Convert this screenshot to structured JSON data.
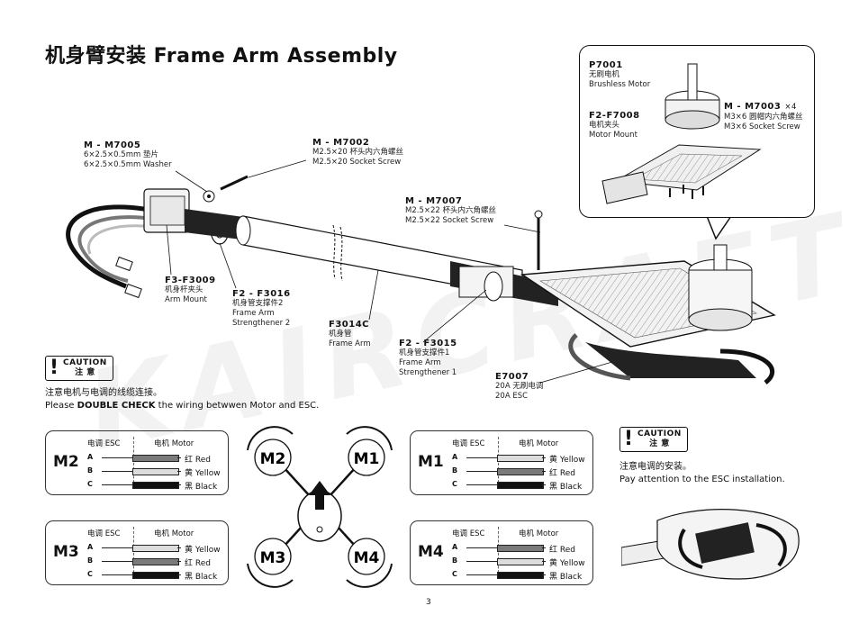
{
  "title": "机身臂安装  Frame Arm Assembly",
  "watermark": "KAIRCRAFT",
  "page_number": "3",
  "callout": {
    "p7001": {
      "code": "P7001",
      "cn": "无刷电机",
      "en": "Brushless Motor"
    },
    "m7003": {
      "code": "M - M7003",
      "qty": "×4",
      "cn": "M3×6 圆帽内六角螺丝",
      "en": "M3×6 Socket Screw"
    },
    "f7008": {
      "code": "F2-F7008",
      "cn": "电机夹头",
      "en": "Motor Mount"
    }
  },
  "parts": {
    "m7005": {
      "code": "M - M7005",
      "cn": "6×2.5×0.5mm 垫片",
      "en": "6×2.5×0.5mm Washer"
    },
    "m7002": {
      "code": "M - M7002",
      "cn": "M2.5×20 杯头内六角螺丝",
      "en": "M2.5×20 Socket Screw"
    },
    "m7007": {
      "code": "M - M7007",
      "cn": "M2.5×22 杯头内六角螺丝",
      "en": "M2.5×22 Socket Screw"
    },
    "f3009": {
      "code": "F3-F3009",
      "cn": "机身杆夹头",
      "en": "Arm Mount"
    },
    "f3016": {
      "code": "F2 - F3016",
      "cn": "机身管支撑件2",
      "en1": "Frame Arm",
      "en2": "Strengthener 2"
    },
    "f3014c": {
      "code": "F3014C",
      "cn": "机身管",
      "en": "Frame Arm"
    },
    "f3015": {
      "code": "F2 - F3015",
      "cn": "机身管支撑件1",
      "en1": "Frame Arm",
      "en2": "Strengthener 1"
    },
    "e7007": {
      "code": "E7007",
      "cn": "20A 无刷电调",
      "en": "20A ESC"
    }
  },
  "caution": {
    "label_en": "CAUTION",
    "label_cn": "注 意"
  },
  "caution_note_1": {
    "cn": "注意电机与电调的线缆连接。",
    "en_pre": "Please ",
    "en_bold": "DOUBLE CHECK",
    "en_post": " the wiring betwwen Motor and ESC."
  },
  "caution_note_2": {
    "cn": "注意电调的安装。",
    "en": "Pay attention to the ESC installation."
  },
  "wiring_header": {
    "esc": "电调 ESC",
    "motor": "电机 Motor"
  },
  "wiring": {
    "m2": {
      "name": "M2",
      "rows": [
        {
          "pin": "A",
          "label": "红 Red",
          "color": "#7a7a7a"
        },
        {
          "pin": "B",
          "label": "黄 Yellow",
          "color": "#dcdcdc"
        },
        {
          "pin": "C",
          "label": "黑 Black",
          "color": "#111111"
        }
      ]
    },
    "m1": {
      "name": "M1",
      "rows": [
        {
          "pin": "A",
          "label": "黄 Yellow",
          "color": "#dcdcdc"
        },
        {
          "pin": "B",
          "label": "红 Red",
          "color": "#7a7a7a"
        },
        {
          "pin": "C",
          "label": "黑 Black",
          "color": "#111111"
        }
      ]
    },
    "m3": {
      "name": "M3",
      "rows": [
        {
          "pin": "A",
          "label": "黄 Yellow",
          "color": "#dcdcdc"
        },
        {
          "pin": "B",
          "label": "红 Red",
          "color": "#7a7a7a"
        },
        {
          "pin": "C",
          "label": "黑 Black",
          "color": "#111111"
        }
      ]
    },
    "m4": {
      "name": "M4",
      "rows": [
        {
          "pin": "A",
          "label": "红 Red",
          "color": "#7a7a7a"
        },
        {
          "pin": "B",
          "label": "黄 Yellow",
          "color": "#dcdcdc"
        },
        {
          "pin": "C",
          "label": "黑 Black",
          "color": "#111111"
        }
      ]
    }
  },
  "quad": {
    "m1": "M1",
    "m2": "M2",
    "m3": "M3",
    "m4": "M4"
  }
}
